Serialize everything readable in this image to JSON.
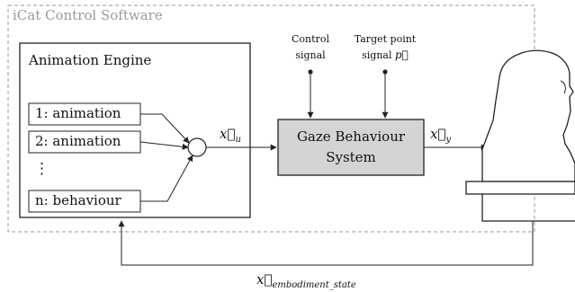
{
  "software": {
    "title": "iCat Control Software"
  },
  "engine": {
    "title": "Animation Engine",
    "items": [
      "1: animation",
      "2: animation",
      "n: behaviour"
    ],
    "ellipsis": "⋮"
  },
  "gaze": {
    "line1": "Gaze Behaviour",
    "line2": "System"
  },
  "inputs": {
    "control_line1": "Control",
    "control_line2": "signal",
    "target_line1": "Target point",
    "target_line2_text": "signal",
    "target_symbol": "p⃗"
  },
  "signals": {
    "xu": "x⃗",
    "xu_sub": "u",
    "xy": "x⃗",
    "xy_sub": "y",
    "state": "x⃗",
    "state_sub": "embodiment_state"
  },
  "colors": {
    "dashed_border": "#9a9a9a",
    "gaze_fill": "#d4d4d4",
    "robot_fill": "#ffffff",
    "line": "#222222"
  }
}
